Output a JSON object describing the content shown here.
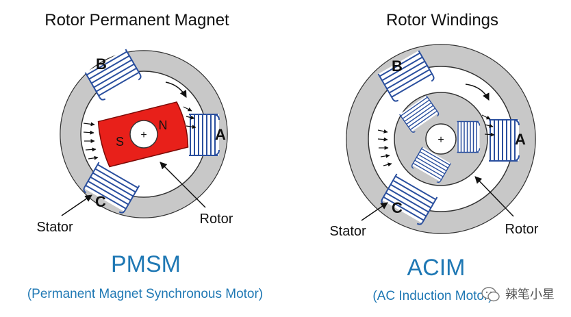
{
  "left": {
    "title": "Rotor Permanent Magnet",
    "phase_a": "A",
    "phase_b": "B",
    "phase_c": "C",
    "pole_s": "S",
    "pole_n": "N",
    "stator_label": "Stator",
    "rotor_label": "Rotor",
    "acronym": "PMSM",
    "full_name": "(Permanent Magnet Synchronous Motor)"
  },
  "right": {
    "title": "Rotor Windings",
    "phase_a": "A",
    "phase_b": "B",
    "phase_c": "C",
    "stator_label": "Stator",
    "rotor_label": "Rotor",
    "acronym": "ACIM",
    "full_name": "(AC Induction Motor)"
  },
  "watermark": {
    "text": "辣笔小星",
    "icon": "wechat-icon"
  },
  "colors": {
    "stator": "#c8c8c8",
    "magnet": "#e8201a",
    "coil": "#2a4f9e",
    "acronym": "#1f78b4",
    "text": "#111111"
  }
}
